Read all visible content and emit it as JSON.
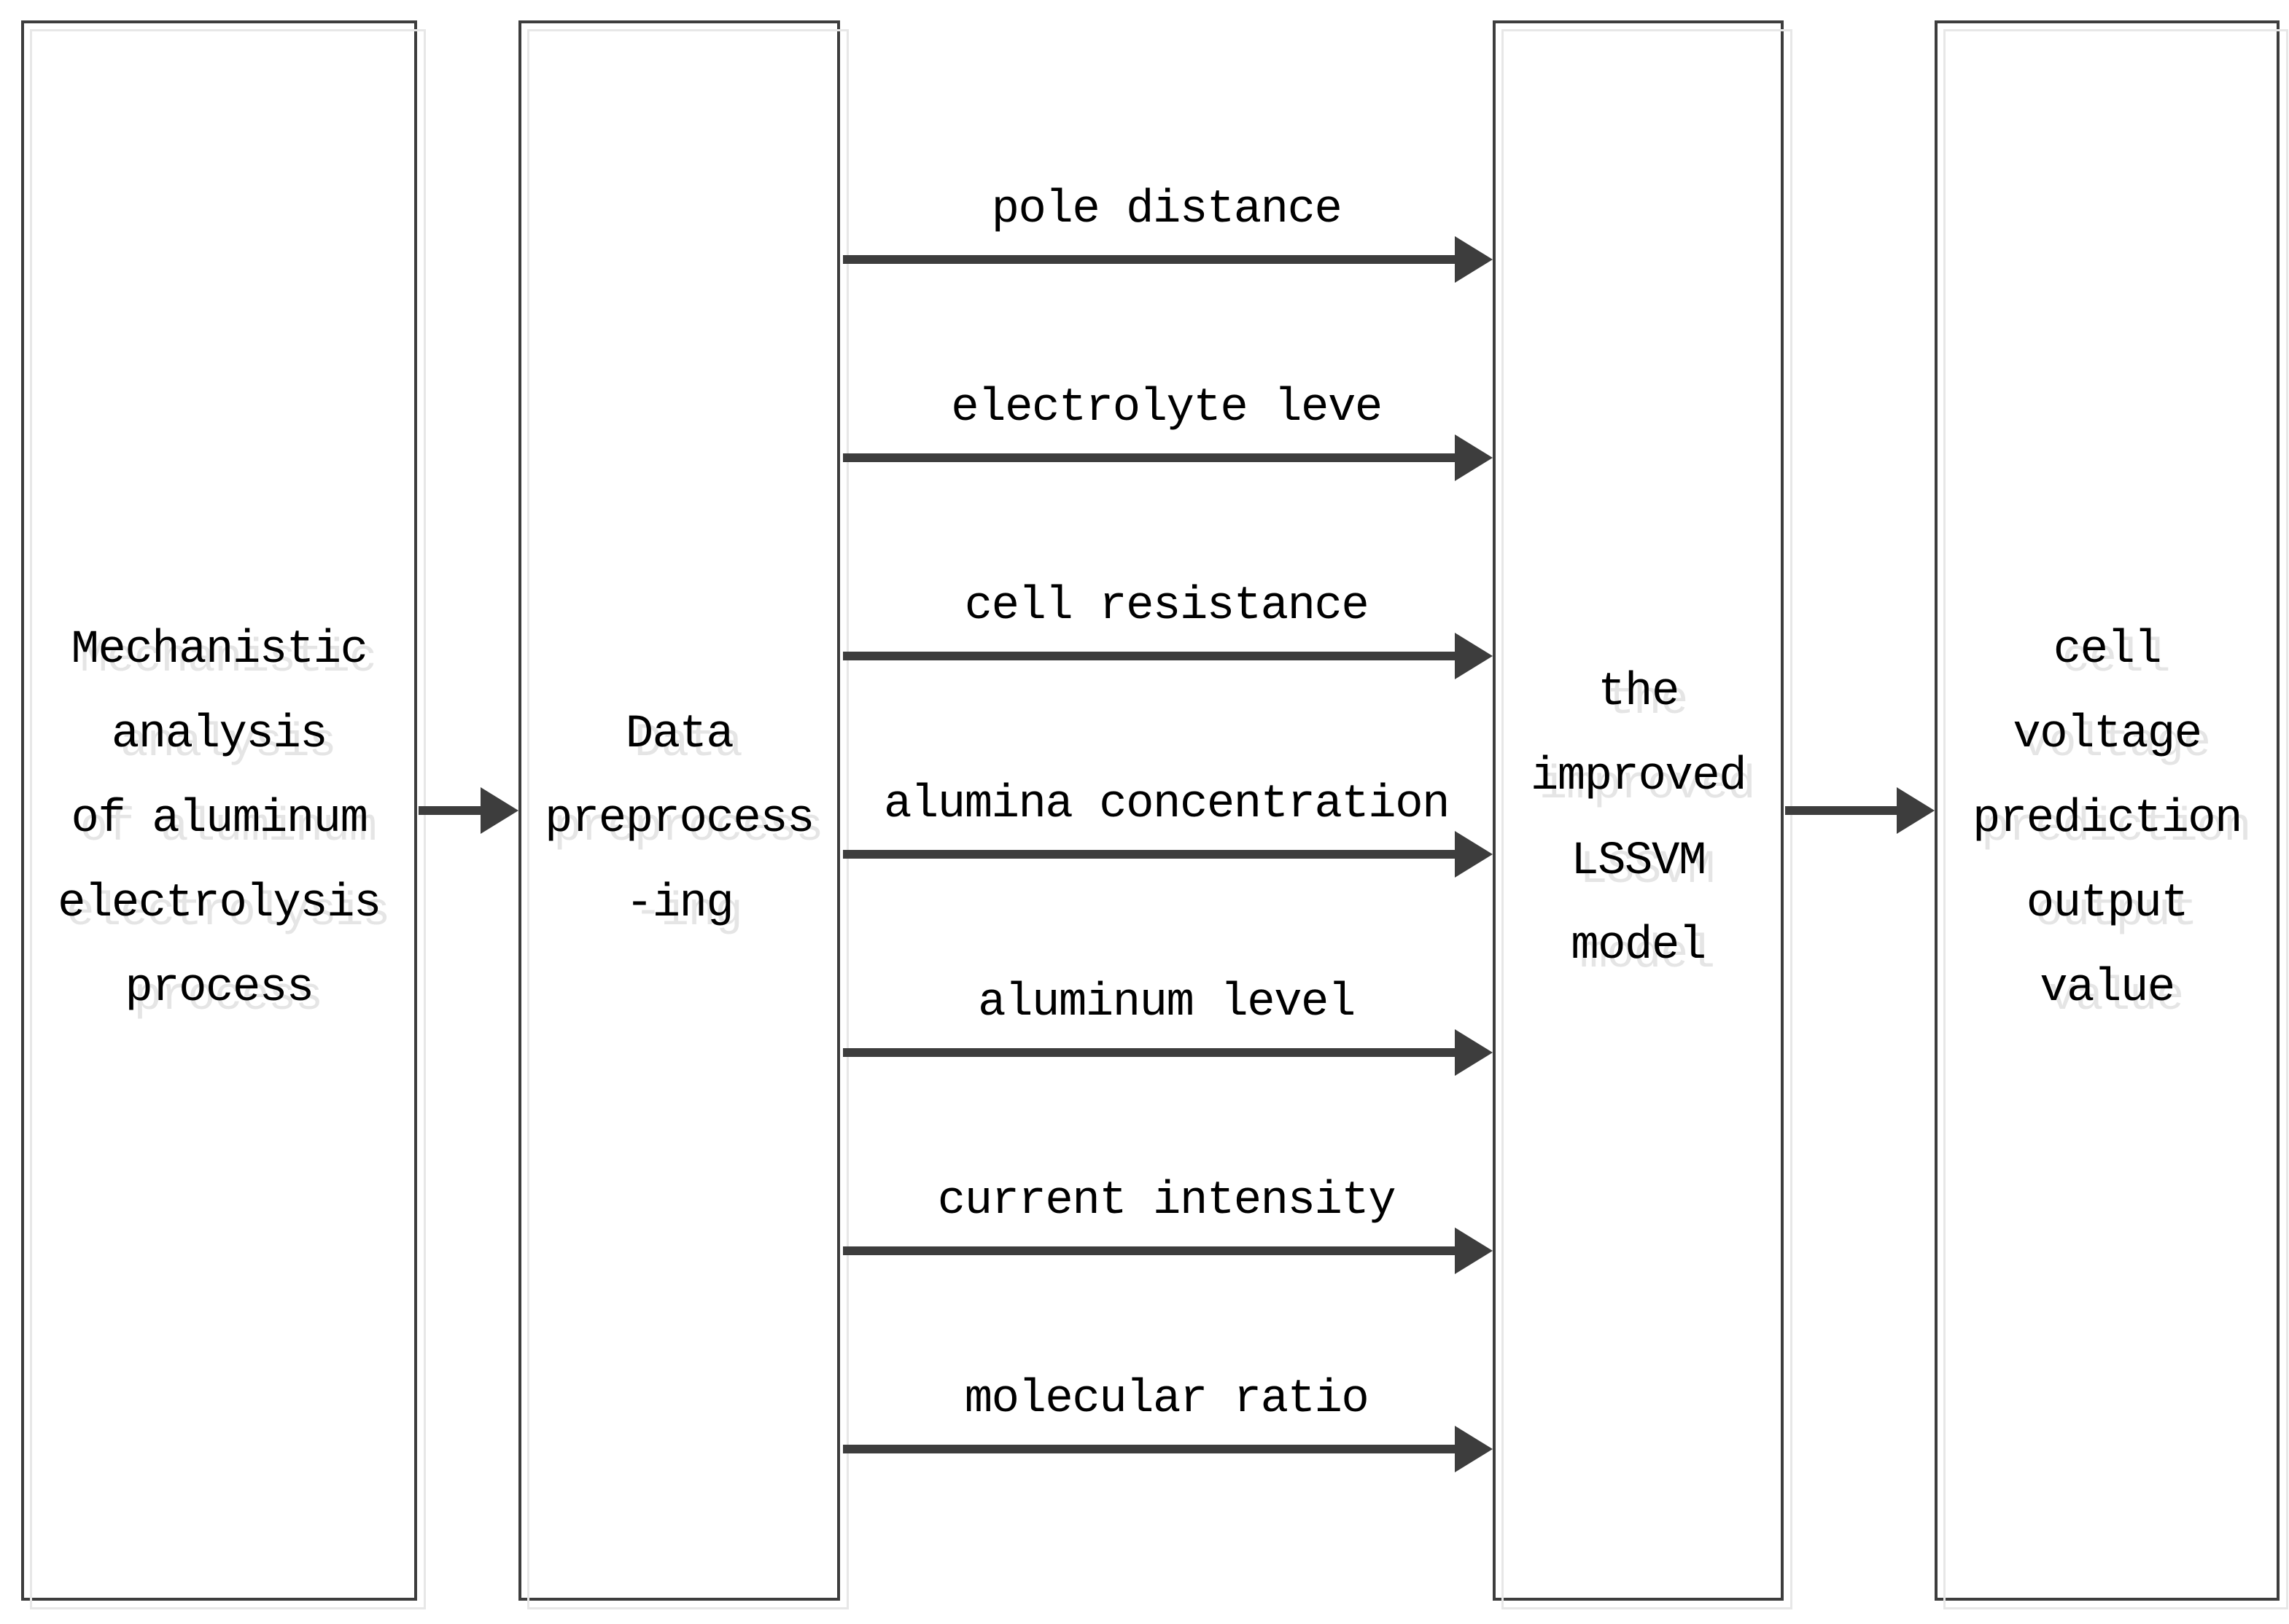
{
  "diagram": {
    "boxes": [
      {
        "id": "mechanistic-analysis",
        "lines": [
          "Mechanistic",
          "analysis",
          "of aluminum",
          "electrolysis",
          "process"
        ]
      },
      {
        "id": "data-preprocessing",
        "lines": [
          "Data",
          "preprocess",
          "-ing"
        ]
      },
      {
        "id": "improved-lssvm-model",
        "lines": [
          "the",
          "improved",
          "LSSVM",
          "model"
        ]
      },
      {
        "id": "prediction-output",
        "lines": [
          "cell",
          "voltage",
          "prediction",
          "output",
          "value"
        ]
      }
    ],
    "feeder_labels": [
      "pole distance",
      "electrolyte leve",
      "cell resistance",
      "alumina concentration",
      "aluminum level",
      "current intensity",
      "molecular ratio"
    ],
    "colors": {
      "arrow": "#3d3d3d",
      "box_border": "#3d3d3d",
      "shadow": "#e7e7e7",
      "text": "#000000",
      "background": "#ffffff"
    }
  }
}
